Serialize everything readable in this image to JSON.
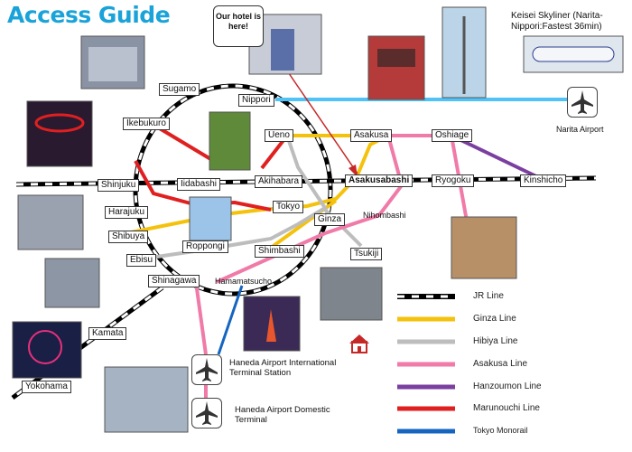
{
  "title": "Access Guide",
  "callout": "Our hotel is here!",
  "stations": {
    "sugamo": "Sugamo",
    "nippori": "Nippori",
    "ikebukuro": "Ikebukuro",
    "ueno": "Ueno",
    "asakusa": "Asakusa",
    "oshiage": "Oshiage",
    "shinjuku": "Shinjuku",
    "iidabashi": "Iidabashi",
    "akihabara": "Akihabara",
    "asakusabashi": "Asakusabashi",
    "ryogoku": "Ryogoku",
    "kinshicho": "Kinshicho",
    "harajuku": "Harajuku",
    "tokyo": "Tokyo",
    "ginza": "Ginza",
    "nihombashi": "Nihombashi",
    "shibuya": "Shibuya",
    "roppongi": "Roppongi",
    "ebisu": "Ebisu",
    "shimbashi": "Shimbashi",
    "tsukiji": "Tsukiji",
    "shinagawa": "Shinagawa",
    "hamamatsucho": "Hamamatsucho",
    "kamata": "Kamata",
    "yokohama": "Yokohama"
  },
  "skyliner": "Keisei Skyliner (Narita-Nippori:Fastest 36min)",
  "narita": "Narita Airport",
  "haneda_intl": "Haneda Airport International Terminal Station",
  "haneda_dom": "Haneda Airport Domestic Terminal",
  "legend": [
    {
      "label": "JR Line",
      "color": "#000000",
      "style": "dashed"
    },
    {
      "label": "Ginza Line",
      "color": "#f4c20d",
      "style": "solid"
    },
    {
      "label": "Hibiya Line",
      "color": "#bdbdbd",
      "style": "solid"
    },
    {
      "label": "Asakusa Line",
      "color": "#f07aa8",
      "style": "solid"
    },
    {
      "label": "Hanzoumon Line",
      "color": "#7b3fa0",
      "style": "solid"
    },
    {
      "label": "Marunouchi Line",
      "color": "#e02020",
      "style": "solid"
    },
    {
      "label": "Tokyo Monorail",
      "color": "#1565c0",
      "style": "solid"
    }
  ],
  "icons": {
    "plane": "airplane-icon",
    "hotel": "house-icon"
  },
  "colors": {
    "title": "#1aa3d9",
    "skyliner": "#4fc3f7",
    "hotel_arrow": "#c62828"
  }
}
